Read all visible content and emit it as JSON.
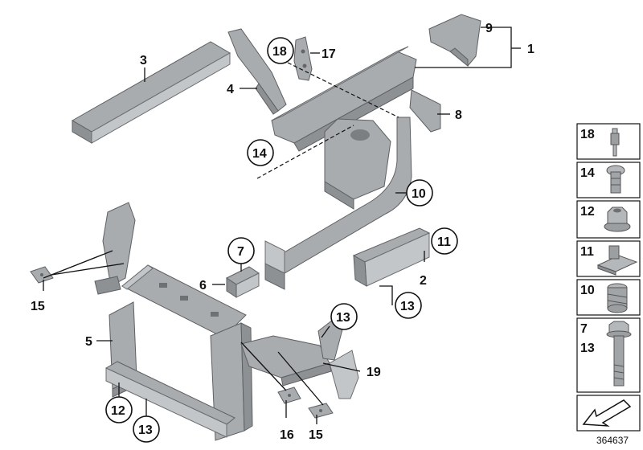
{
  "callouts": [
    "1",
    "2",
    "3",
    "4",
    "5",
    "6",
    "7",
    "8",
    "9",
    "10",
    "11",
    "12",
    "13",
    "14",
    "15",
    "16",
    "17",
    "18",
    "19"
  ],
  "legend": {
    "items": [
      {
        "labels": [
          "18"
        ]
      },
      {
        "labels": [
          "14"
        ]
      },
      {
        "labels": [
          "12"
        ]
      },
      {
        "labels": [
          "11"
        ]
      },
      {
        "labels": [
          "10"
        ]
      },
      {
        "labels": [
          "7",
          "13"
        ]
      }
    ]
  },
  "diagram_id": "364637",
  "colors": {
    "part": "#a9acaf",
    "outline": "#5e6164",
    "text": "#111111"
  }
}
